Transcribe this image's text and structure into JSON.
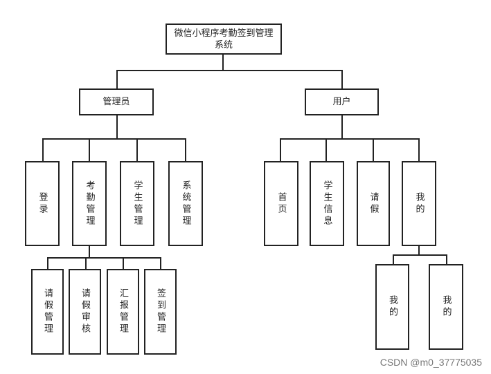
{
  "root": "微信小程序考勤签到管理系统",
  "roles": {
    "admin": "管理员",
    "user": "用户"
  },
  "admin_modules": [
    "登录",
    "考勤管理",
    "学生管理",
    "系统管理"
  ],
  "attendance_modules": [
    "请假管理",
    "请假审核",
    "汇报管理",
    "签到管理"
  ],
  "user_modules": [
    "首页",
    "学生信息",
    "请假",
    "我的"
  ],
  "mine_modules": [
    "我的",
    "我的"
  ],
  "watermark": "CSDN @m0_37775035"
}
